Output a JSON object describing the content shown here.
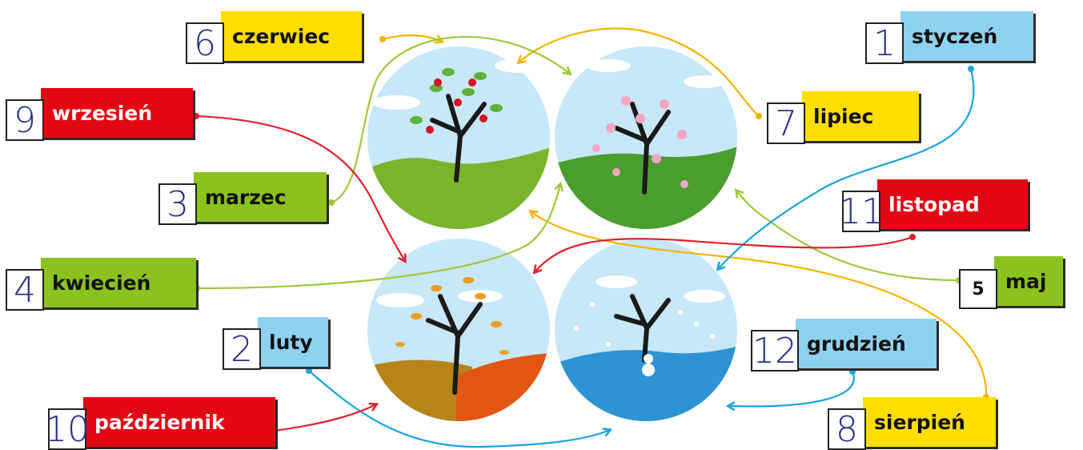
{
  "colors": {
    "yellow": "#ffde00",
    "blue": "#8ed1f1",
    "red": "#e30613",
    "green": "#8bc21e",
    "arrow_yellow": "#f6b400",
    "arrow_blue": "#1ca3e4",
    "arrow_red": "#e0212c",
    "arrow_green": "#9ec83a"
  },
  "cards": [
    {
      "id": "czerwiec",
      "number": "6",
      "label": "czerwiec",
      "color": "yellow"
    },
    {
      "id": "wrzesien",
      "number": "9",
      "label": "wrzesień",
      "color": "red"
    },
    {
      "id": "marzec",
      "number": "3",
      "label": "marzec",
      "color": "green"
    },
    {
      "id": "kwiecien",
      "number": "4",
      "label": "kwiecień",
      "color": "green"
    },
    {
      "id": "luty",
      "number": "2",
      "label": "luty",
      "color": "blue"
    },
    {
      "id": "pazdziernik",
      "number": "10",
      "label": "październik",
      "color": "red"
    },
    {
      "id": "styczen",
      "number": "1",
      "label": "styczeń",
      "color": "blue"
    },
    {
      "id": "lipiec",
      "number": "7",
      "label": "lipiec",
      "color": "yellow"
    },
    {
      "id": "listopad",
      "number": "11",
      "label": "listopad",
      "color": "red"
    },
    {
      "id": "maj",
      "number": "5",
      "label": "maj",
      "color": "green"
    },
    {
      "id": "grudzien",
      "number": "12",
      "label": "grudzień",
      "color": "blue"
    },
    {
      "id": "sierpien",
      "number": "8",
      "label": "sierpień",
      "color": "yellow"
    }
  ],
  "scenes": [
    "summer-tree",
    "spring-tree",
    "autumn-tree",
    "winter-tree"
  ]
}
